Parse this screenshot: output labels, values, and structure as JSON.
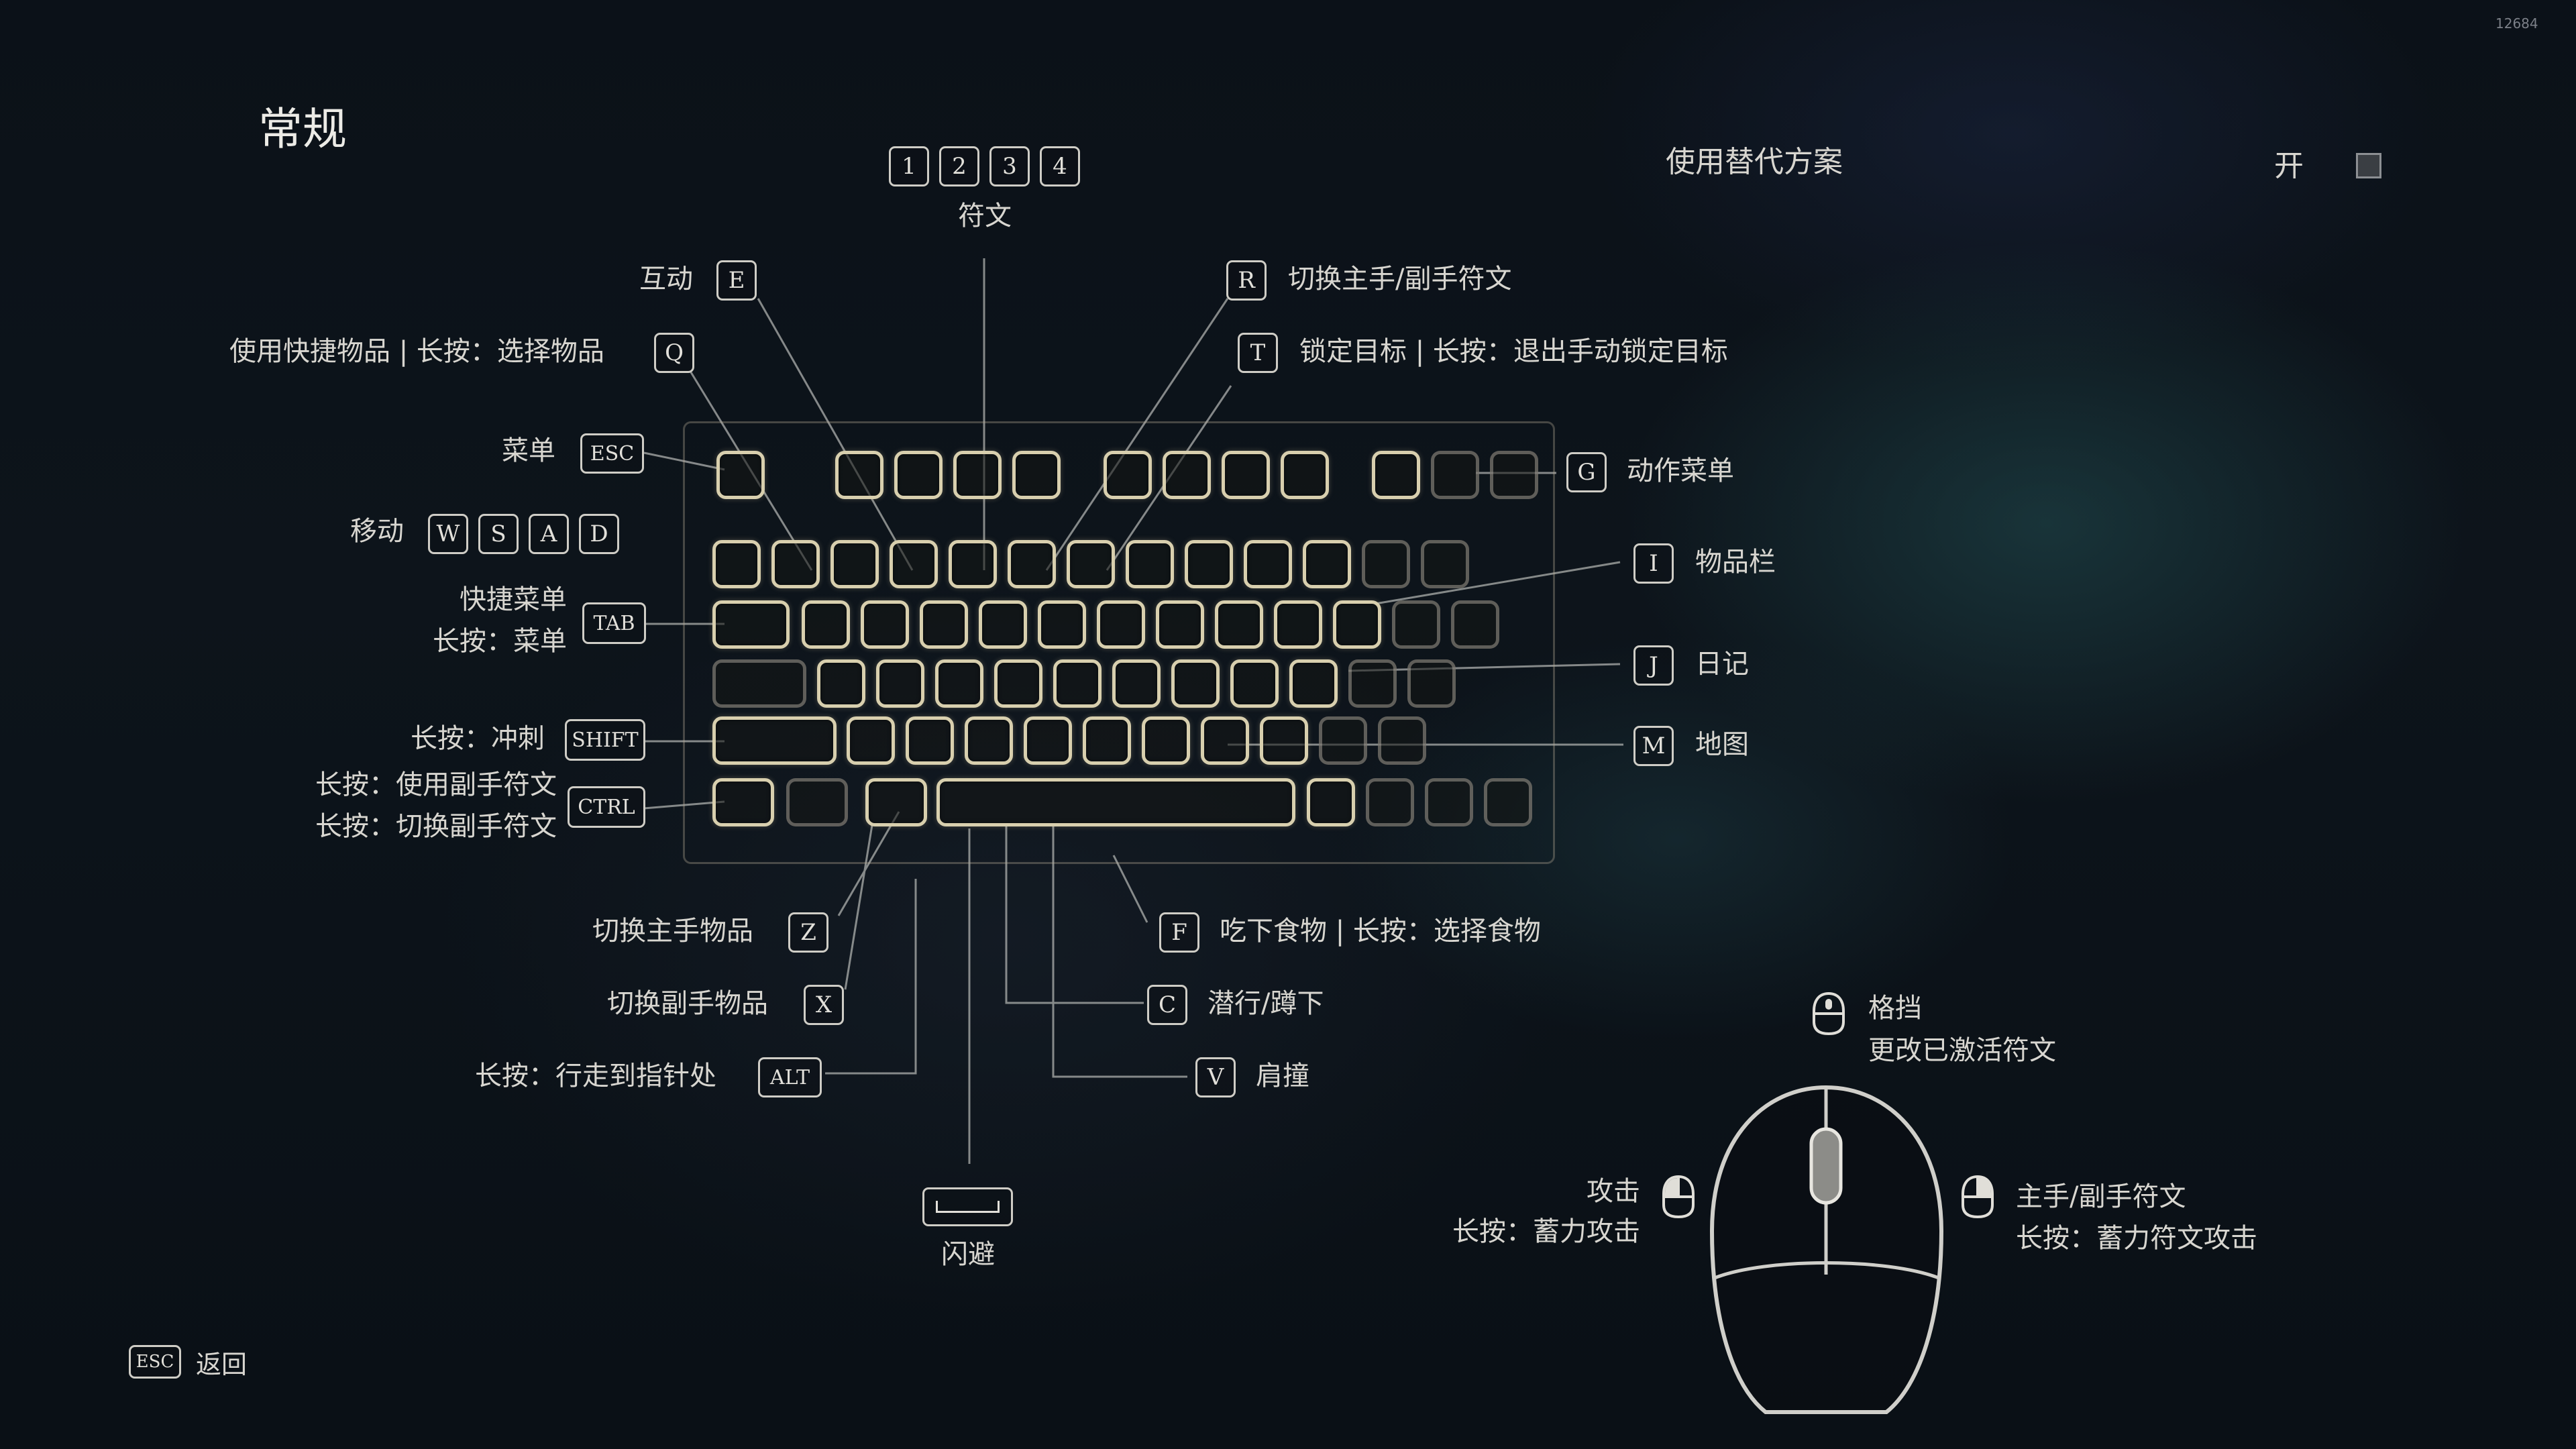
{
  "page": {
    "title": "常规",
    "build_number": "12684"
  },
  "alternative": {
    "label": "使用替代方案",
    "value": "开"
  },
  "runes": {
    "keys": [
      "1",
      "2",
      "3",
      "4"
    ],
    "label": "符文"
  },
  "left_bindings": {
    "interact": {
      "label": "互动",
      "key": "E"
    },
    "quick_item": {
      "label": "使用快捷物品 | 长按：选择物品",
      "key": "Q"
    },
    "menu": {
      "label": "菜单",
      "key": "ESC"
    },
    "move": {
      "label": "移动",
      "keys": [
        "W",
        "S",
        "A",
        "D"
      ]
    },
    "quick_menu": {
      "line1": "快捷菜单",
      "line2": "长按：菜单",
      "key": "TAB"
    },
    "sprint": {
      "label": "长按：冲刺",
      "key": "SHIFT"
    },
    "offhand": {
      "line1": "长按：使用副手符文",
      "line2": "长按：切换副手符文",
      "key": "CTRL"
    }
  },
  "right_bindings": {
    "switch_rune": {
      "label": "切换主手/副手符文",
      "key": "R"
    },
    "lock_target": {
      "label": "锁定目标 | 长按：退出手动锁定目标",
      "key": "T"
    },
    "action_menu": {
      "label": "动作菜单",
      "key": "G"
    },
    "inventory": {
      "label": "物品栏",
      "key": "I"
    },
    "journal": {
      "label": "日记",
      "key": "J"
    },
    "map": {
      "label": "地图",
      "key": "M"
    }
  },
  "bottom_bindings": {
    "switch_main_item": {
      "label": "切换主手物品",
      "key": "Z"
    },
    "switch_off_item": {
      "label": "切换副手物品",
      "key": "X"
    },
    "walk_to_pointer": {
      "label": "长按：行走到指针处",
      "key": "ALT"
    },
    "eat": {
      "label": "吃下食物 | 长按：选择食物",
      "key": "F"
    },
    "sneak": {
      "label": "潜行/蹲下",
      "key": "C"
    },
    "shoulder": {
      "label": "肩撞",
      "key": "V"
    },
    "dodge": {
      "label": "闪避"
    }
  },
  "mouse": {
    "middle": {
      "line1": "格挡",
      "line2": "更改已激活符文"
    },
    "left": {
      "line1": "攻击",
      "line2": "长按：蓄力攻击"
    },
    "right": {
      "line1": "主手/副手符文",
      "line2": "长按：蓄力符文攻击"
    }
  },
  "footer": {
    "back_key": "ESC",
    "back_label": "返回"
  }
}
